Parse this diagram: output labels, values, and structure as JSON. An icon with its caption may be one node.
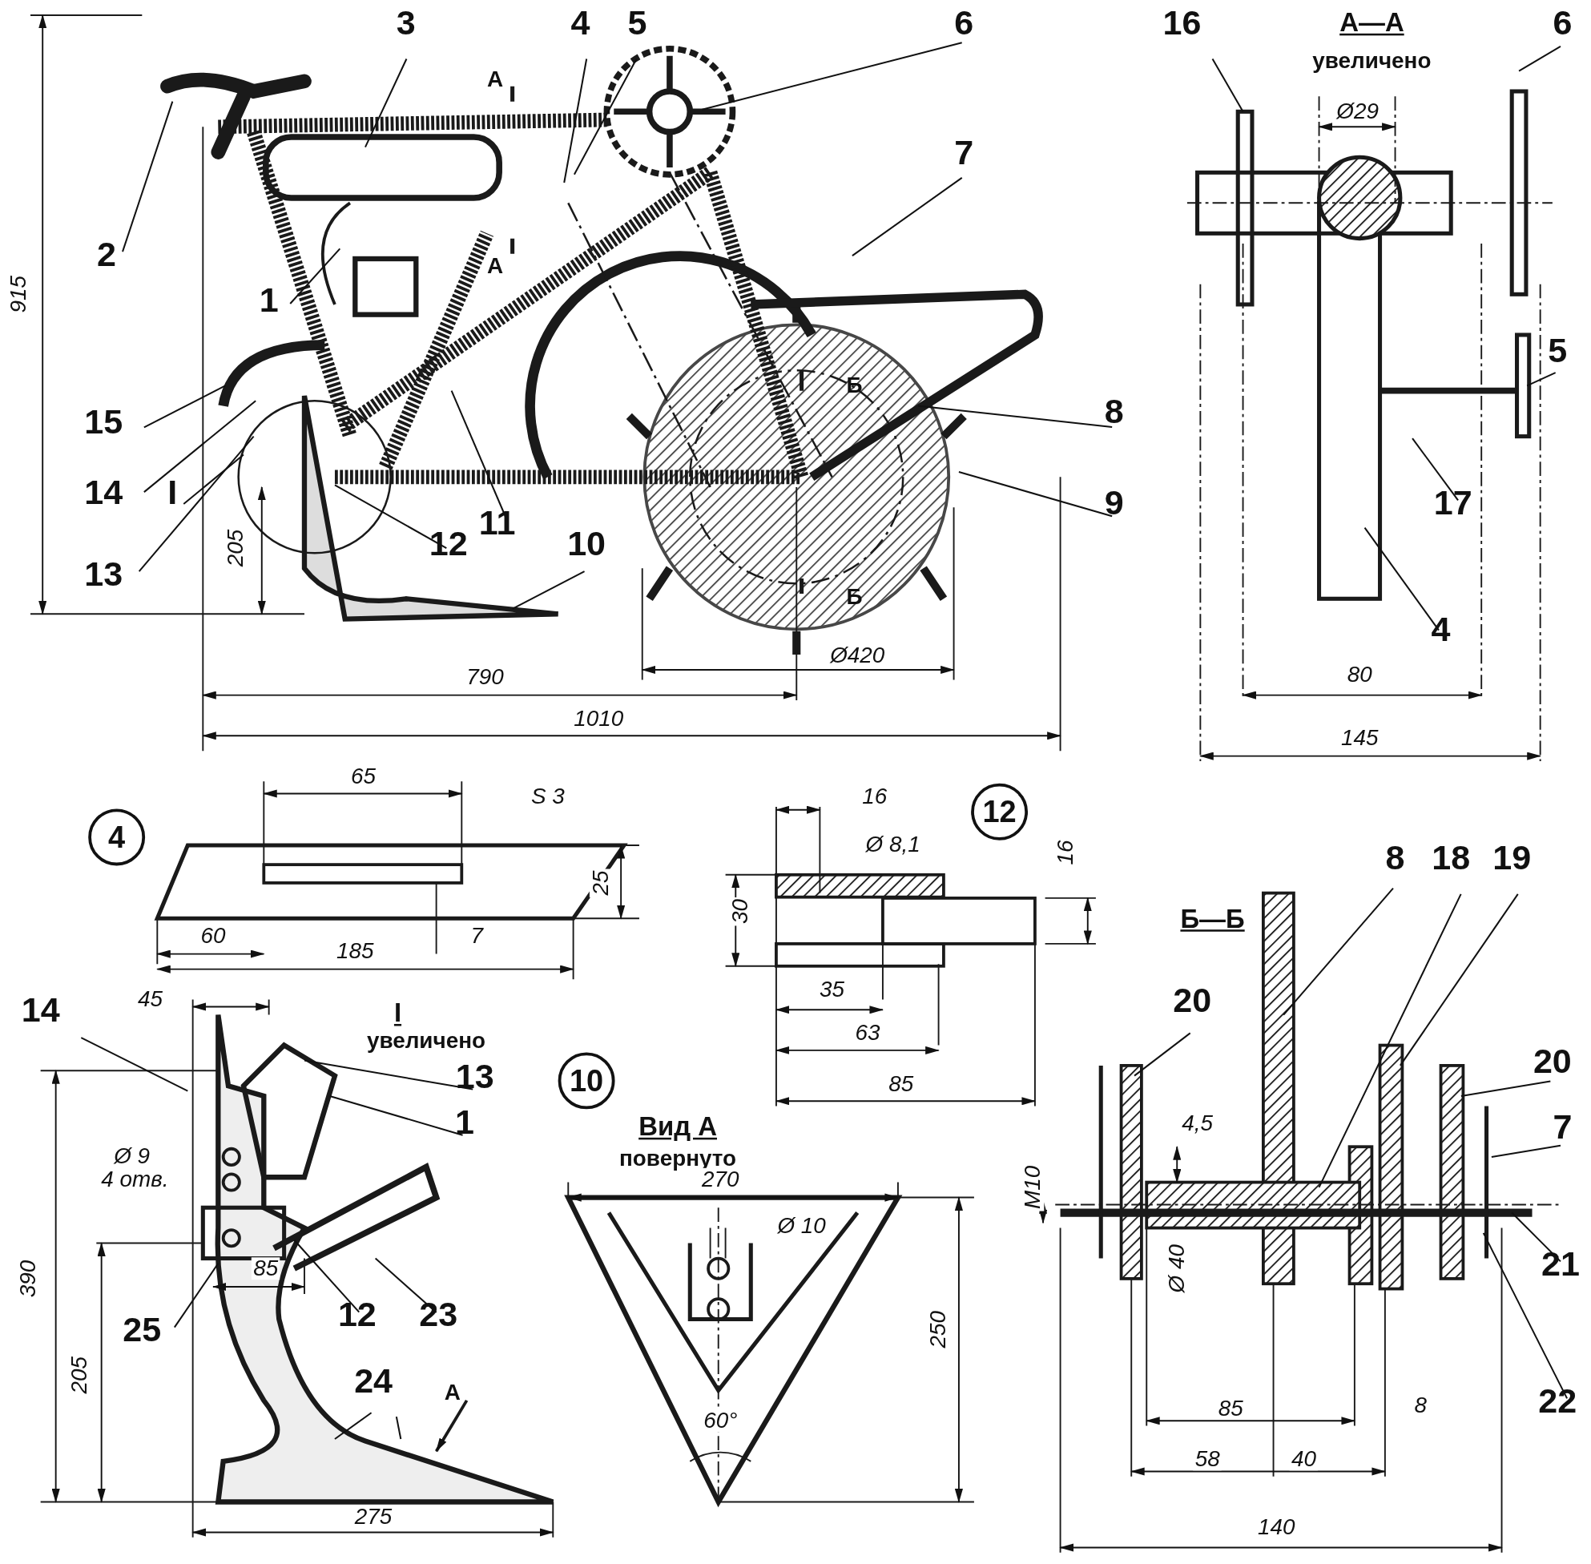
{
  "diagram": {
    "nodes": [
      {
        "text": [
          "1"
        ]
      },
      {
        "text": [
          "2"
        ]
      },
      {
        "text": [
          "3"
        ]
      },
      {
        "text": [
          "4"
        ]
      },
      {
        "text": [
          "5"
        ]
      },
      {
        "text": [
          "6"
        ]
      },
      {
        "text": [
          "7"
        ]
      },
      {
        "text": [
          "8"
        ]
      },
      {
        "text": [
          "9"
        ]
      },
      {
        "text": [
          "10"
        ]
      },
      {
        "text": [
          "11"
        ]
      },
      {
        "text": [
          "12"
        ]
      },
      {
        "text": [
          "13"
        ]
      },
      {
        "text": [
          "14"
        ]
      },
      {
        "text": [
          "15"
        ]
      },
      {
        "text": [
          "I"
        ]
      },
      {
        "text": [
          "16"
        ]
      },
      {
        "text": [
          "6"
        ]
      },
      {
        "text": [
          "5"
        ]
      },
      {
        "text": [
          "17"
        ]
      },
      {
        "text": [
          "4"
        ]
      },
      {
        "text": [
          "14"
        ]
      },
      {
        "text": [
          "13"
        ]
      },
      {
        "text": [
          "1"
        ]
      },
      {
        "text": [
          "25"
        ]
      },
      {
        "text": [
          "12"
        ]
      },
      {
        "text": [
          "23"
        ]
      },
      {
        "text": [
          "24"
        ]
      },
      {
        "text": [
          "8"
        ]
      },
      {
        "text": [
          "18"
        ]
      },
      {
        "text": [
          "19"
        ]
      },
      {
        "text": [
          "20"
        ]
      },
      {
        "text": [
          "20"
        ]
      },
      {
        "text": [
          "7"
        ]
      },
      {
        "text": [
          "21"
        ]
      },
      {
        "text": [
          "22"
        ]
      },
      {
        "text": [
          "4"
        ]
      },
      {
        "text": [
          "12"
        ]
      },
      {
        "text": [
          "10"
        ]
      }
    ],
    "edges": [
      {
        "from": 0,
        "to": null,
        "arrow": "none"
      },
      {
        "from": 1,
        "to": null,
        "arrow": "none"
      },
      {
        "from": 2,
        "to": null,
        "arrow": "none"
      },
      {
        "from": 3,
        "to": null,
        "arrow": "none"
      },
      {
        "from": 4,
        "to": null,
        "arrow": "none"
      },
      {
        "from": 5,
        "to": null,
        "arrow": "none"
      },
      {
        "from": 6,
        "to": null,
        "arrow": "none"
      },
      {
        "from": 7,
        "to": null,
        "arrow": "none"
      },
      {
        "from": 8,
        "to": null,
        "arrow": "none"
      },
      {
        "from": 9,
        "to": null,
        "arrow": "none"
      },
      {
        "from": 10,
        "to": null,
        "arrow": "none"
      },
      {
        "from": 11,
        "to": null,
        "arrow": "none"
      },
      {
        "from": 12,
        "to": null,
        "arrow": "none"
      },
      {
        "from": 13,
        "to": null,
        "arrow": "none"
      },
      {
        "from": 14,
        "to": null,
        "arrow": "none"
      },
      {
        "from": 15,
        "to": null,
        "arrow": "none"
      },
      {
        "from": 16,
        "to": null,
        "arrow": "none"
      },
      {
        "from": 17,
        "to": null,
        "arrow": "none"
      },
      {
        "from": 18,
        "to": null,
        "arrow": "none"
      },
      {
        "from": 19,
        "to": null,
        "arrow": "none"
      },
      {
        "from": 20,
        "to": null,
        "arrow": "none"
      },
      {
        "from": 21,
        "to": null,
        "arrow": "none"
      },
      {
        "from": 22,
        "to": null,
        "arrow": "none"
      },
      {
        "from": 23,
        "to": null,
        "arrow": "none"
      },
      {
        "from": 24,
        "to": null,
        "arrow": "none"
      },
      {
        "from": 25,
        "to": null,
        "arrow": "none"
      },
      {
        "from": 26,
        "to": null,
        "arrow": "none"
      },
      {
        "from": 27,
        "to": null,
        "arrow": "none"
      },
      {
        "from": 27,
        "to": null,
        "arrow": "none"
      },
      {
        "from": 28,
        "to": null,
        "arrow": "none"
      },
      {
        "from": 29,
        "to": null,
        "arrow": "none"
      },
      {
        "from": 30,
        "to": null,
        "arrow": "none"
      },
      {
        "from": 31,
        "to": null,
        "arrow": "none"
      },
      {
        "from": 32,
        "to": null,
        "arrow": "none"
      },
      {
        "from": 33,
        "to": null,
        "arrow": "none"
      },
      {
        "from": 34,
        "to": null,
        "arrow": "none"
      },
      {
        "from": 35,
        "to": null,
        "arrow": "none"
      }
    ],
    "labels": [
      "915",
      "205",
      "790",
      "1010",
      "Ø420",
      "А",
      "А",
      "Б",
      "Б",
      "А—А",
      "увеличено",
      "Ø29",
      "80",
      "145",
      "65",
      "S 3",
      "25",
      "60",
      "185",
      "7",
      "16",
      "Ø 8,1",
      "16",
      "30",
      "35",
      "63",
      "85",
      "I",
      "увеличено",
      "45",
      "Ø 9",
      "4 отв.",
      "390",
      "205",
      "85",
      "275",
      "А",
      "Вид А",
      "повернуто",
      "270",
      "Ø 10",
      "250",
      "60°",
      "Б—Б",
      "4,5",
      "M10",
      "Ø 40",
      "85",
      "8",
      "58",
      "40",
      "140"
    ]
  }
}
